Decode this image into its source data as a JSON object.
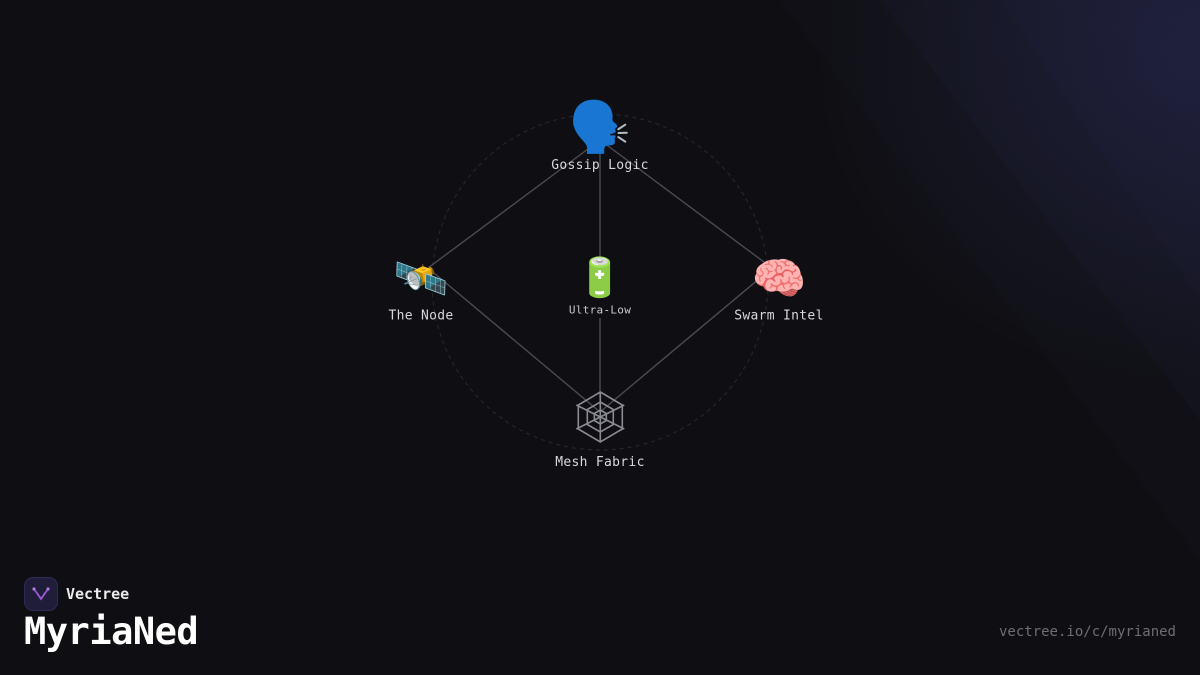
{
  "diagram": {
    "nodes": {
      "top": {
        "icon": "speaking-head-icon",
        "glyph": "🗣️",
        "label": "Gossip Logic"
      },
      "left": {
        "icon": "satellite-icon",
        "glyph": "🛰️",
        "label": "The Node"
      },
      "right": {
        "icon": "brain-icon",
        "glyph": "🧠",
        "label": "Swarm Intel"
      },
      "bottom": {
        "icon": "spider-web-icon",
        "glyph": "🕸️",
        "label": "Mesh Fabric"
      },
      "center": {
        "icon": "battery-icon",
        "glyph": "🔋",
        "label": "Ultra-Low"
      }
    },
    "edges": [
      [
        "top",
        "left"
      ],
      [
        "top",
        "right"
      ],
      [
        "left",
        "bottom"
      ],
      [
        "right",
        "bottom"
      ],
      [
        "top",
        "center"
      ],
      [
        "center",
        "bottom"
      ]
    ],
    "colors": {
      "edge": "#4a4a52",
      "ring": "#3a3a42"
    }
  },
  "footer": {
    "brand_name": "Vectree",
    "brand_icon": "vectree-logo-icon",
    "title": "MyriaNed",
    "url": "vectree.io/c/myrianed"
  },
  "colors": {
    "background": "#0f0f13",
    "accent": "#9b59d6"
  }
}
